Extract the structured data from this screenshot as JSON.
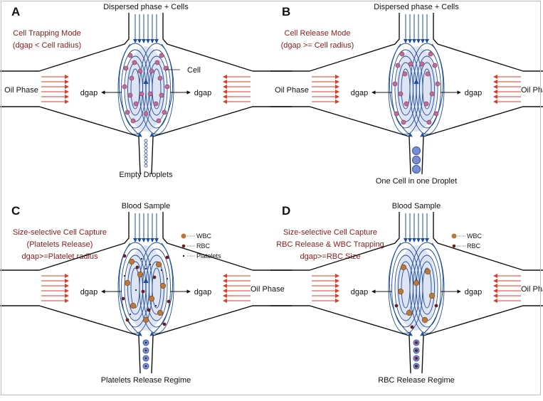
{
  "colors": {
    "flow": "#1f4e9c",
    "cell": "#c06c99",
    "wbc": "#b8793a",
    "rbc": "#6a1e1e",
    "platelet": "#222222",
    "oil_arrow": "#e23a2a",
    "red_text": "#8b1a1a",
    "droplet": "#4a5fb0",
    "droplet_fill": "#7a8fd0",
    "core": "#c5cdea"
  },
  "panels": [
    {
      "id": "A",
      "letter": "A",
      "top_label": "Dispersed phase + Cells",
      "mode_lines": [
        "Cell Trapping Mode",
        "(dgap < Cell radius)"
      ],
      "oil_left": "Oil Phase",
      "oil_right": "",
      "dgap_left": "dgap",
      "dgap_right": "dgap",
      "cell_label": "Cell",
      "bottom_label": "Empty Droplets",
      "legend": []
    },
    {
      "id": "B",
      "letter": "B",
      "top_label": "Dispersed phase + Cells",
      "mode_lines": [
        "Cell Release Mode",
        "(dgap >= Cell radius)"
      ],
      "oil_left": "Oil Phase",
      "oil_right": "Oil Phase",
      "dgap_left": "dgap",
      "dgap_right": "dgap",
      "cell_label": "",
      "bottom_label": "One Cell in one Droplet",
      "legend": []
    },
    {
      "id": "C",
      "letter": "C",
      "top_label": "Blood Sample",
      "mode_lines": [
        "Size-selective Cell Capture",
        "(Platelets Release)",
        "dgap>=Platelet radius"
      ],
      "oil_left": "",
      "oil_right": "Oil Phase",
      "dgap_left": "dgap",
      "dgap_right": "dgap",
      "cell_label": "",
      "bottom_label": "Platelets Release Regime",
      "legend": [
        "WBC",
        "RBC",
        "Platelets"
      ]
    },
    {
      "id": "D",
      "letter": "D",
      "top_label": "Blood Sample",
      "mode_lines": [
        "Size-selective Cell Capture",
        "RBC Release & WBC Trapping",
        "dgap>=RBC Size"
      ],
      "oil_left": "",
      "oil_right": "Oil Phase",
      "dgap_left": "dgap",
      "dgap_right": "dgap",
      "cell_label": "",
      "bottom_label": "RBC Release Regime",
      "legend": [
        "WBC",
        "RBC"
      ]
    }
  ]
}
